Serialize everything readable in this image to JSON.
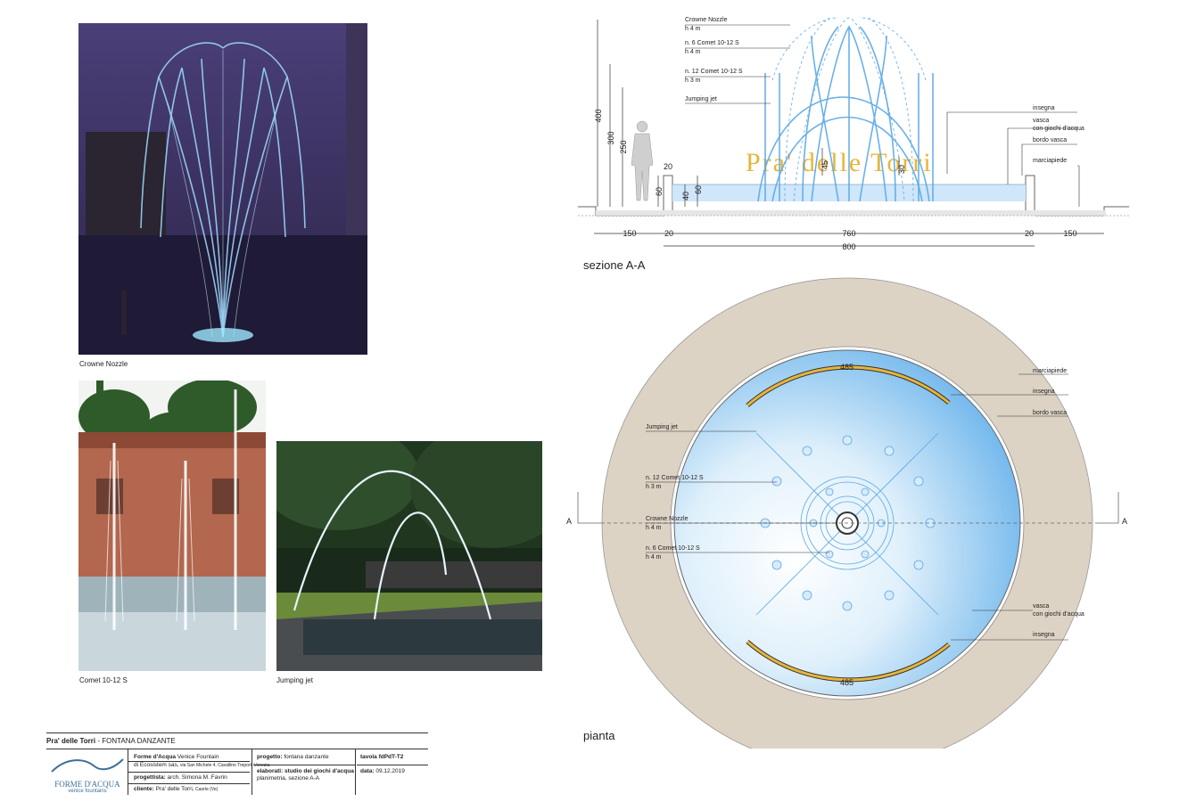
{
  "photos": {
    "crowne": {
      "caption": "Crowne Nozzle"
    },
    "comet": {
      "caption": "Comet 10-12 S"
    },
    "jumping": {
      "caption": "Jumping jet"
    }
  },
  "section": {
    "title": "sezione A-A",
    "legend": {
      "crowne": "Crowne Nozzle",
      "crowne_h": "h 4 m",
      "comet6": "n. 6 Comet 10-12 S",
      "comet6_h": "h 4 m",
      "comet12": "n. 12 Comet 10-12 S",
      "comet12_h": "h 3 m",
      "jumping": "Jumping jet",
      "insegna": "insegna",
      "vasca": "vasca",
      "vasca2": "con giochi d'acqua",
      "bordo": "bordo vasca",
      "marciapiede": "marciapiede"
    },
    "sign_text": "Pra' delle Torri",
    "heights": {
      "h400": "400",
      "h300": "300",
      "h250": "250",
      "h60a": "60",
      "h20": "20",
      "h40": "40",
      "h60b": "60",
      "h45": "45",
      "h30": "30"
    },
    "widths": {
      "w150a": "150",
      "w20a": "20",
      "w760": "760",
      "w20b": "20",
      "w150b": "150",
      "w800": "800"
    }
  },
  "plan": {
    "title": "pianta",
    "arc_top": "485",
    "arc_bottom": "485",
    "section_mark": "A",
    "labels": {
      "marciapiede": "marciapiede",
      "insegna_top": "insegna",
      "bordo": "bordo vasca",
      "jumping": "Jumping jet",
      "comet12": "n. 12 Comet 10-12 S",
      "comet12_h": "h 3 m",
      "crowne": "Crowne Nozzle",
      "crowne_h": "h 4 m",
      "comet6": "n. 6 Comet 10-12 S",
      "comet6_h": "h 4 m",
      "vasca": "vasca",
      "vasca2": "con giochi d'acqua",
      "insegna_bottom": "insegna"
    }
  },
  "title_block": {
    "heading_bold": "Pra' delle Torri",
    "heading_rest": " - FONTANA DANZANTE",
    "logo_name": "FORME D'ACQUA",
    "logo_sub": "venice fountains",
    "company_bold": "Forme d'Acqua",
    "company_rest": " Venice Fountain",
    "company_line2": "di Ecosistem sas,",
    "company_addr": " via San Michele 4, Cavallino Treporti Venezia",
    "designer_label": "progettista:",
    "designer": " arch. Simona M. Favrin",
    "client_label": "cliente:",
    "client": " Pra' delle Torri,",
    "client_place": " Caorle (Ve)",
    "project_label": "progetto:",
    "project": " fontana danzante",
    "drawings_label": "elaborati: studio dei giochi d'acqua",
    "drawings": "planimetria, sezione A-A",
    "sheet": "tavola fdPdT-T2",
    "date_label": "data:",
    "date": " 09.12.2019"
  },
  "colors": {
    "water_blue": "#7fc6f0",
    "jet_blue": "#5aa8e6",
    "sidewalk": "#ddd3c4",
    "sign_gold": "#e8b53a"
  }
}
